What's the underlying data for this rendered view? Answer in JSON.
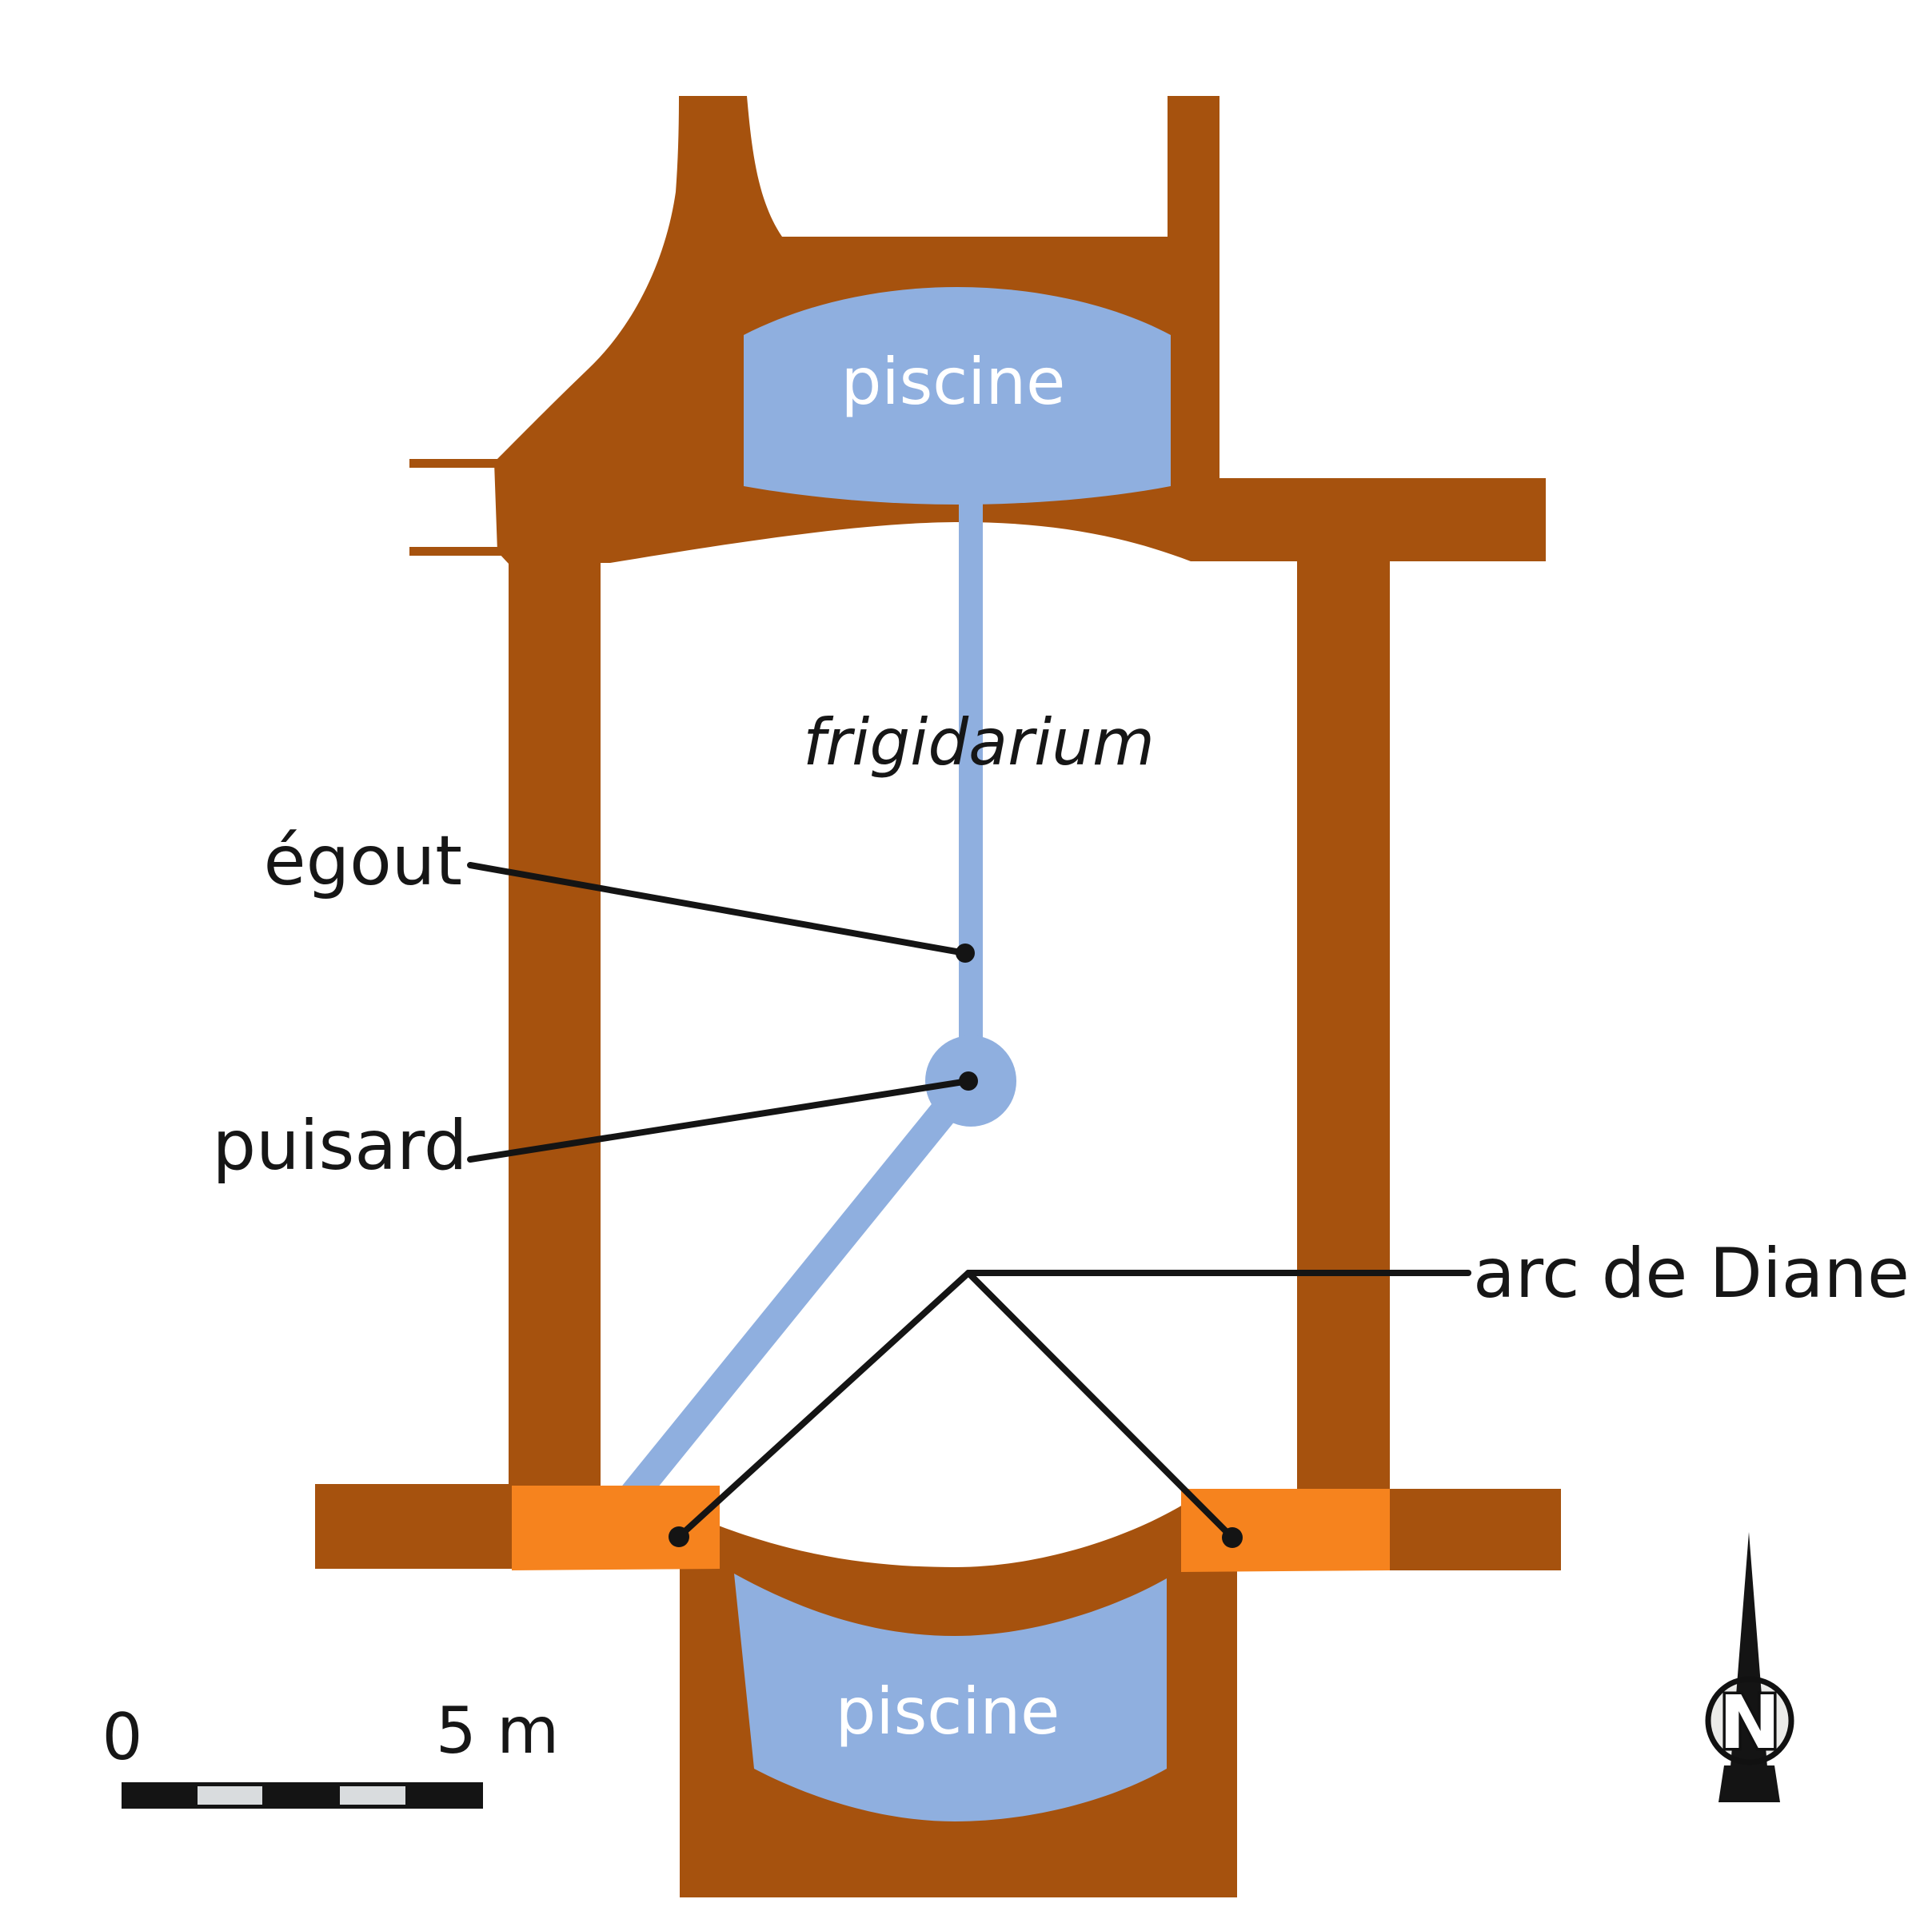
{
  "diagram": {
    "rooms": {
      "pool_top_label": "piscine",
      "pool_bottom_label": "piscine",
      "hall_label": "frigidarium"
    },
    "annotations": {
      "sewer_label": "égout",
      "sump_label": "puisard",
      "arch_label": "arc de Diane"
    },
    "scale_bar": {
      "start_value": "0",
      "end_value": "5 m"
    },
    "compass": {
      "north_label": "N"
    },
    "colors": {
      "wall": "#a6520e",
      "arch_pier": "#f6831e",
      "water": "#8fafdf",
      "line": "#141414",
      "background": "#ffffff",
      "compass_disc": "#ebebe9",
      "scale_segment": "#d9dcde"
    }
  }
}
